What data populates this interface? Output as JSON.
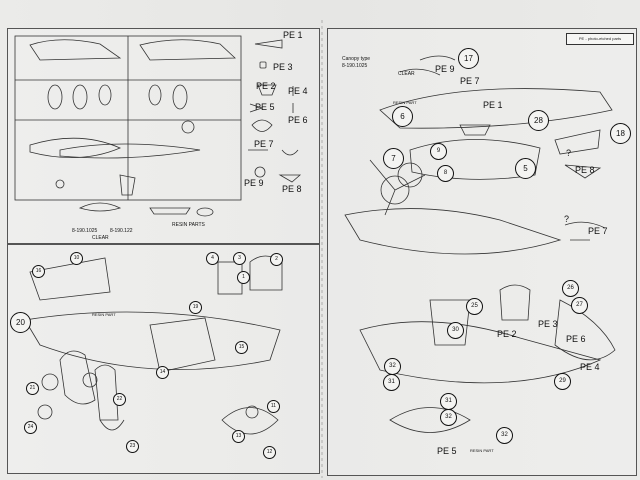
{
  "legend": "PE - photo-etched parts",
  "canopy": {
    "line1": "Canopy type",
    "line2": "8-190.1025",
    "clear": "CLEAR"
  },
  "sprue": {
    "code1": "8-190.1025",
    "code2": "8-190.122",
    "clear": "CLEAR",
    "resin": "RESIN PARTS"
  },
  "resin_part": "RESIN PART",
  "pe_labels": {
    "pe1": "PE 1",
    "pe2": "PE 2",
    "pe3": "PE 3",
    "pe4": "PE 4",
    "pe5": "PE 5",
    "pe6": "PE 6",
    "pe7": "PE 7",
    "pe8": "PE 8",
    "pe9": "PE 9"
  },
  "left_callouts": [
    "10",
    "16",
    "20",
    "14",
    "15",
    "19",
    "4",
    "3",
    "2",
    "1",
    "11",
    "21",
    "22",
    "23",
    "24",
    "12",
    "13"
  ],
  "right_callouts": [
    "17",
    "28",
    "6",
    "18",
    "7",
    "9",
    "8",
    "5",
    "25",
    "26",
    "27",
    "30",
    "32",
    "31",
    "29",
    "32",
    "31",
    "32"
  ],
  "question_mark": "?"
}
